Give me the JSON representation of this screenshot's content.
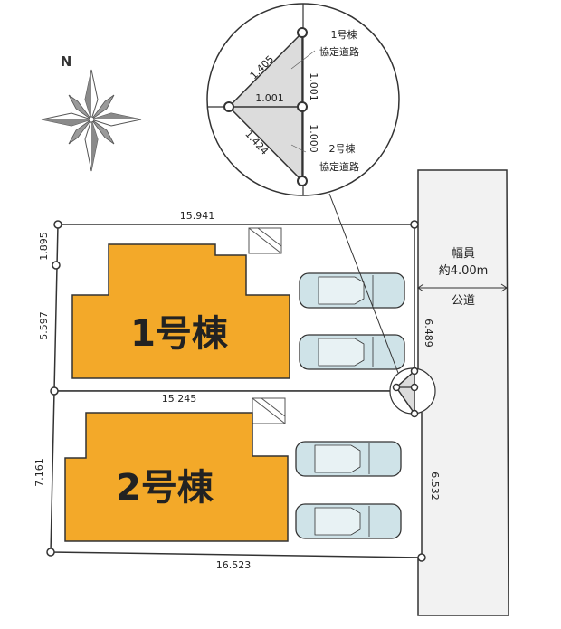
{
  "compass": {
    "north_label": "N",
    "icon": "compass-rose-icon"
  },
  "road": {
    "width_label_line1": "幅員",
    "width_label_line2": "約4.00m",
    "type_label": "公道"
  },
  "lots": [
    {
      "name": "1号棟",
      "color": "#f3a929"
    },
    {
      "name": "2号棟",
      "color": "#f3a929"
    }
  ],
  "dimensions": {
    "lot1_top": "15.941",
    "lot1_left_upper": "1.895",
    "lot1_left_lower": "5.597",
    "lot1_right": "6.489",
    "lot_divider": "15.245",
    "lot2_left": "7.161",
    "lot2_right": "6.532",
    "lot2_bottom": "16.523"
  },
  "detail": {
    "top_edge": "1.405",
    "middle_edge": "1.001",
    "bottom_edge": "1.424",
    "vertical_upper": "1.001",
    "vertical_lower": "1.000",
    "lot1_road_note_line1": "1号棟",
    "lot1_road_note_line2": "協定道路",
    "lot2_road_note_line1": "2号棟",
    "lot2_road_note_line2": "協定道路"
  },
  "colors": {
    "building": "#f3a929",
    "car": "#cfe3e8",
    "road": "#f2f2f2"
  }
}
